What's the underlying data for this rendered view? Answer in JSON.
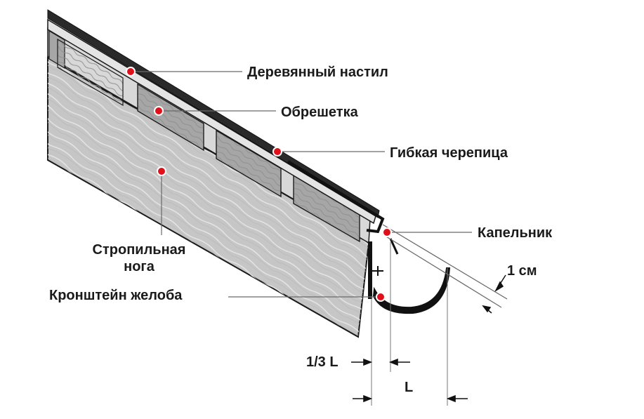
{
  "labels": {
    "deck": "Деревянный настил",
    "batten": "Обрешетка",
    "shingle": "Гибкая черепица",
    "drip": "Капельник",
    "gap": "1 см",
    "rafter_line1": "Стропильная",
    "rafter_line2": "нога",
    "bracket": "Кронштейн желоба",
    "third_l": "1/3 L",
    "l": "L"
  },
  "colors": {
    "marker": "#e0101a",
    "outline": "#1a1a1a",
    "wood": "#c9c9c9",
    "wood_grain": "#dcdcdc",
    "batten": "#a8a8a8",
    "shingle": "#2a2a2a",
    "leader": "#6a6a6a",
    "gutter": "#111111"
  }
}
